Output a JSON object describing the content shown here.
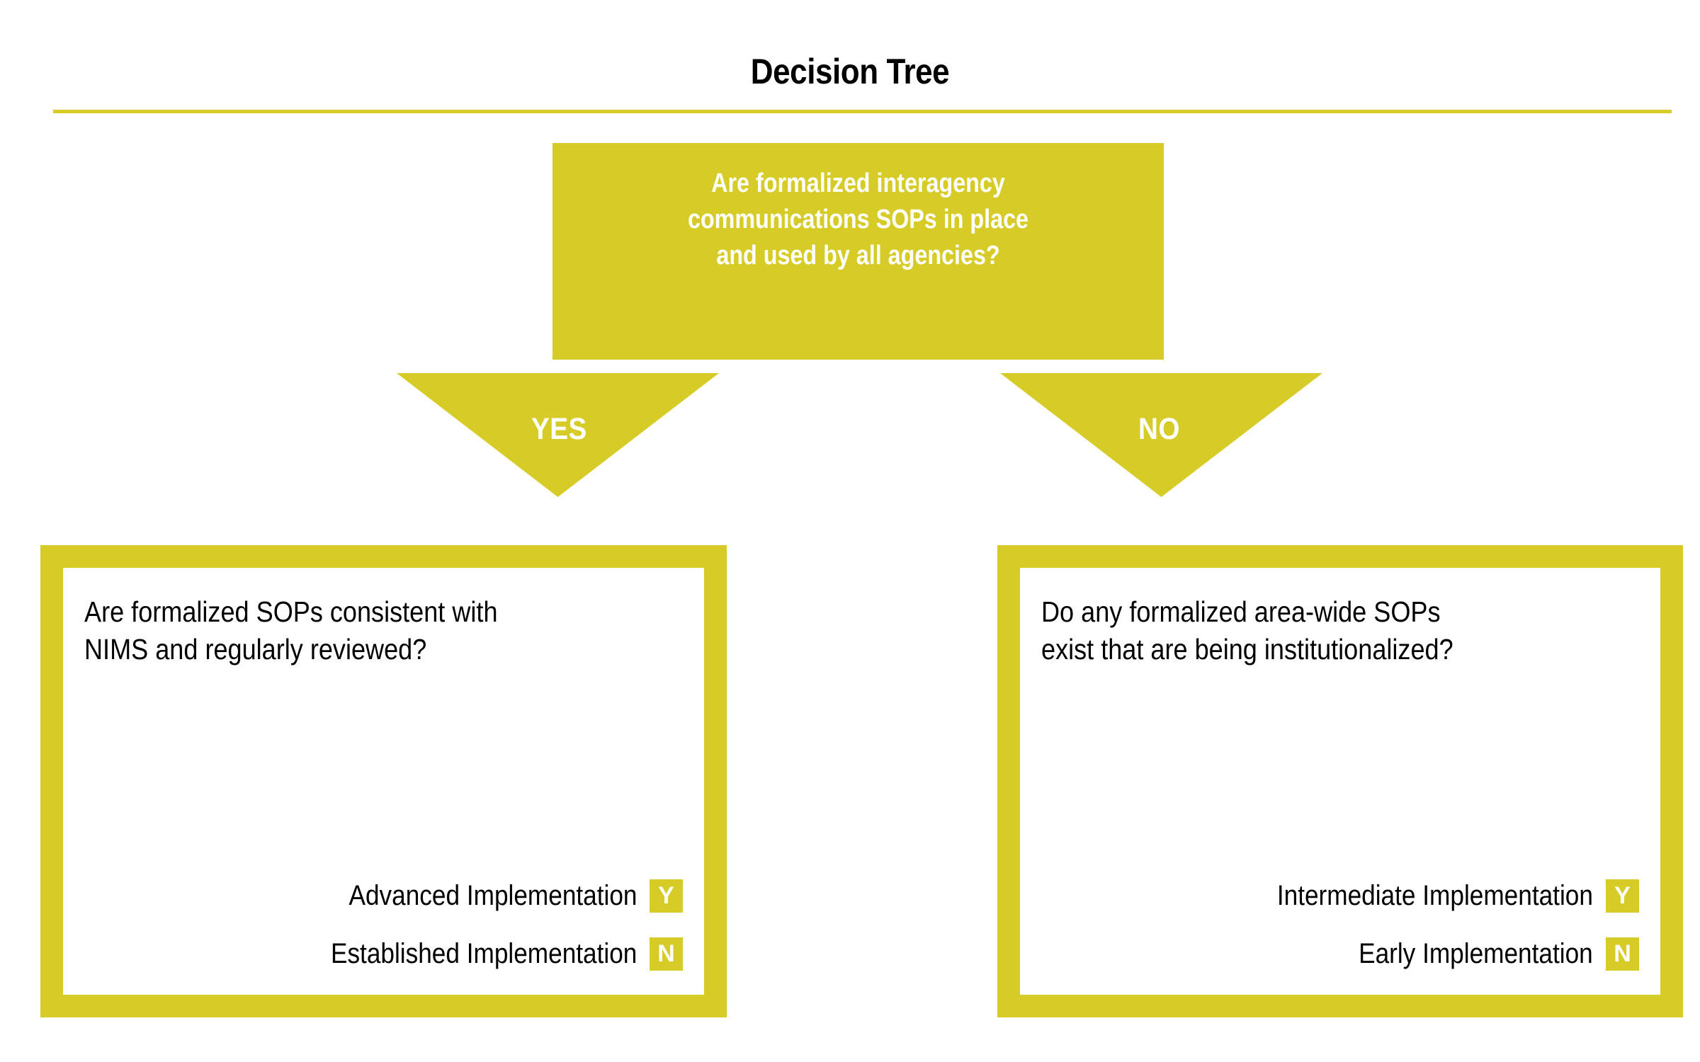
{
  "title": "Decision Tree",
  "theme": {
    "accent": "#d7cc27",
    "text_dark": "#000000",
    "text_light": "#ffffff",
    "background": "#ffffff"
  },
  "root_question": {
    "line1": "Are formalized interagency",
    "line2": "communications SOPs in place",
    "line3": "and used by all agencies?"
  },
  "branches": {
    "yes_label": "YES",
    "no_label": "NO"
  },
  "left_branch": {
    "question_line1": "Are formalized SOPs consistent with",
    "question_line2": "NIMS and regularly reviewed?",
    "outcomes": [
      {
        "label": "Advanced Implementation",
        "badge": "Y"
      },
      {
        "label": "Established Implementation",
        "badge": "N"
      }
    ]
  },
  "right_branch": {
    "question_line1": "Do any formalized area-wide SOPs",
    "question_line2": "exist that are being institutionalized?",
    "outcomes": [
      {
        "label": "Intermediate Implementation",
        "badge": "Y"
      },
      {
        "label": "Early Implementation",
        "badge": "N"
      }
    ]
  }
}
